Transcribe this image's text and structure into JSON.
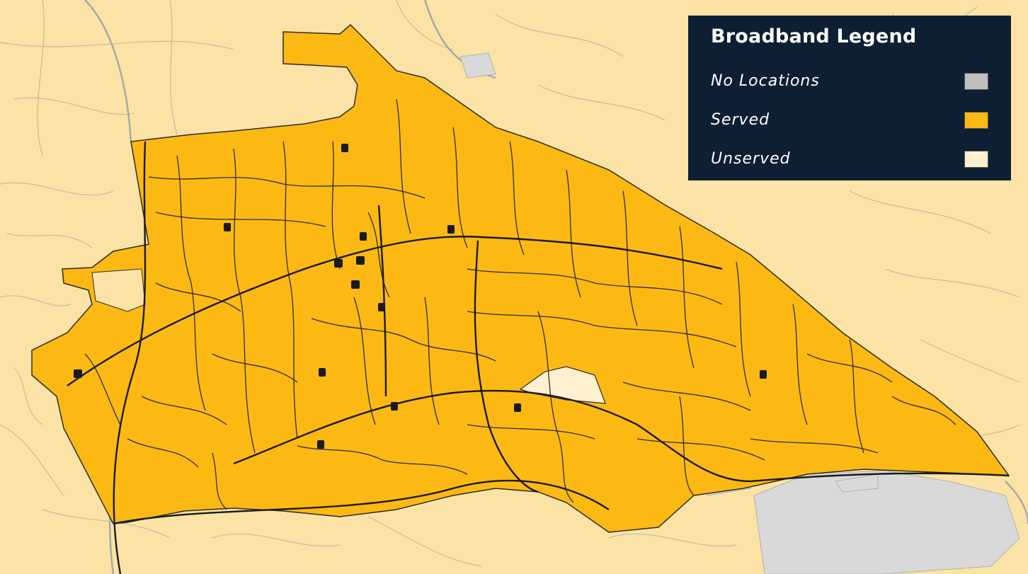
{
  "legend": {
    "title": "Broadband Legend",
    "items": [
      {
        "label": "No Locations",
        "color": "#bfbfbf"
      },
      {
        "label": "Served",
        "color": "#fdb913"
      },
      {
        "label": "Unserved",
        "color": "#fff1d0"
      }
    ]
  },
  "colors": {
    "background": "#fbe3a6",
    "served_area": "#fdb913",
    "unserved_area": "#fff1d0",
    "no_locations_area": "#d9d9d9",
    "roads": "#3a3a3a",
    "legend_bg": "#0f1f33"
  },
  "icons": [
    "bus-stop-icon",
    "train-station-icon"
  ]
}
